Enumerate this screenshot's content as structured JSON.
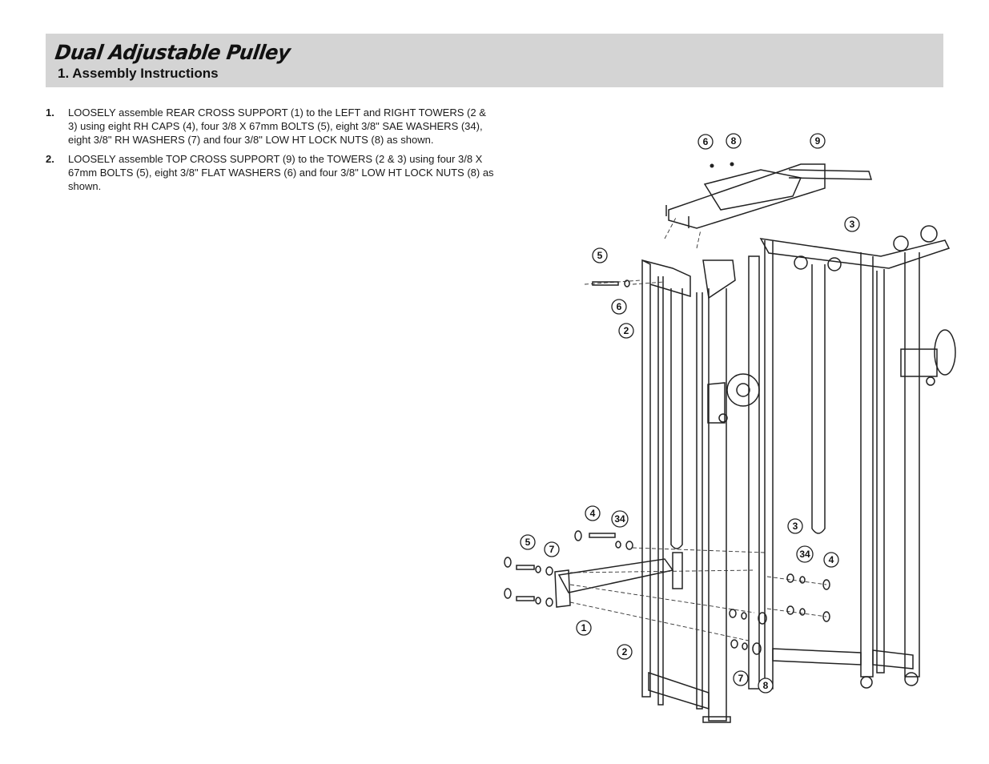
{
  "header": {
    "title": "Dual Adjustable Pulley",
    "subtitle": "1. Assembly Instructions"
  },
  "steps": [
    {
      "number": "1.",
      "text": "LOOSELY assemble REAR CROSS SUPPORT (1) to the LEFT and RIGHT TOWERS (2 & 3) using eight RH CAPS (4), four 3/8 X 67mm BOLTS (5), eight 3/8\" SAE WASHERS (34), eight 3/8\" RH WASHERS (7) and four 3/8\" LOW HT LOCK NUTS (8) as shown."
    },
    {
      "number": "2.",
      "text": "LOOSELY assemble TOP CROSS SUPPORT (9) to the TOWERS (2 & 3) using four 3/8 X 67mm BOLTS (5), eight 3/8\" FLAT WASHERS (6) and four 3/8\" LOW HT LOCK NUTS (8) as shown."
    }
  ],
  "diagram": {
    "callouts": [
      "6",
      "8",
      "9",
      "3",
      "5",
      "6",
      "2",
      "4",
      "34",
      "5",
      "7",
      "1",
      "3",
      "34",
      "4",
      "2",
      "7",
      "8"
    ]
  }
}
